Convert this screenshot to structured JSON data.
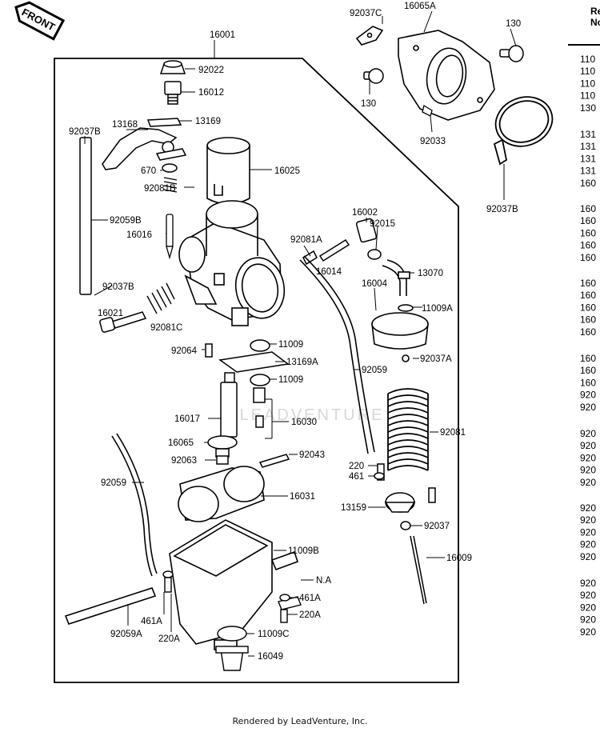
{
  "badge": {
    "text": "FRONT"
  },
  "watermark": "LEADVENTURE",
  "labels": {
    "p16001": "16001",
    "p16065A": "16065A",
    "p92037C": "92037C",
    "p130a": "130",
    "p130b": "130",
    "p92033": "92033",
    "p92037B_r": "92037B",
    "p92022": "92022",
    "p16012": "16012",
    "p13168": "13168",
    "p13169": "13169",
    "p92037B_l": "92037B",
    "p670": "670",
    "p16025": "16025",
    "p92081B": "92081B",
    "p92059B": "92059B",
    "p16016": "16016",
    "p16002": "16002",
    "p92015": "92015",
    "p92081A": "92081A",
    "p16014": "16014",
    "p13070": "13070",
    "p92037B_m": "92037B",
    "p16021": "16021",
    "p92081C": "92081C",
    "p16004": "16004",
    "p11009A": "11009A",
    "p92037A": "92037A",
    "p92064": "92064",
    "p11009_1": "11009",
    "p13169A": "13169A",
    "p11009_2": "11009",
    "p92059_r": "92059",
    "p16017": "16017",
    "p16030": "16030",
    "p92081": "92081",
    "p16065": "16065",
    "p92063": "92063",
    "p92043": "92043",
    "p220": "220",
    "p461": "461",
    "p92059_l": "92059",
    "p16031": "16031",
    "p13159": "13159",
    "p92037": "92037",
    "p11009B": "11009B",
    "p16009": "16009",
    "pNA": "N.A",
    "p461A_r": "461A",
    "p220A_r": "220A",
    "p92059A": "92059A",
    "p461A_l": "461A",
    "p220A_l": "220A",
    "p11009C": "11009C",
    "p16049": "16049"
  },
  "ref_header": [
    "Re",
    "No"
  ],
  "ref_numbers": [
    "110",
    "110",
    "110",
    "110",
    "130",
    "131",
    "131",
    "131",
    "131",
    "160",
    "160",
    "160",
    "160",
    "160",
    "160",
    "160",
    "160",
    "160",
    "160",
    "160",
    "160",
    "160",
    "160",
    "920",
    "920",
    "920",
    "920",
    "920",
    "920",
    "920",
    "920",
    "920",
    "920",
    "920",
    "920",
    "920",
    "920",
    "920",
    "920",
    "920"
  ],
  "footer": "Rendered by LeadVenture, Inc."
}
